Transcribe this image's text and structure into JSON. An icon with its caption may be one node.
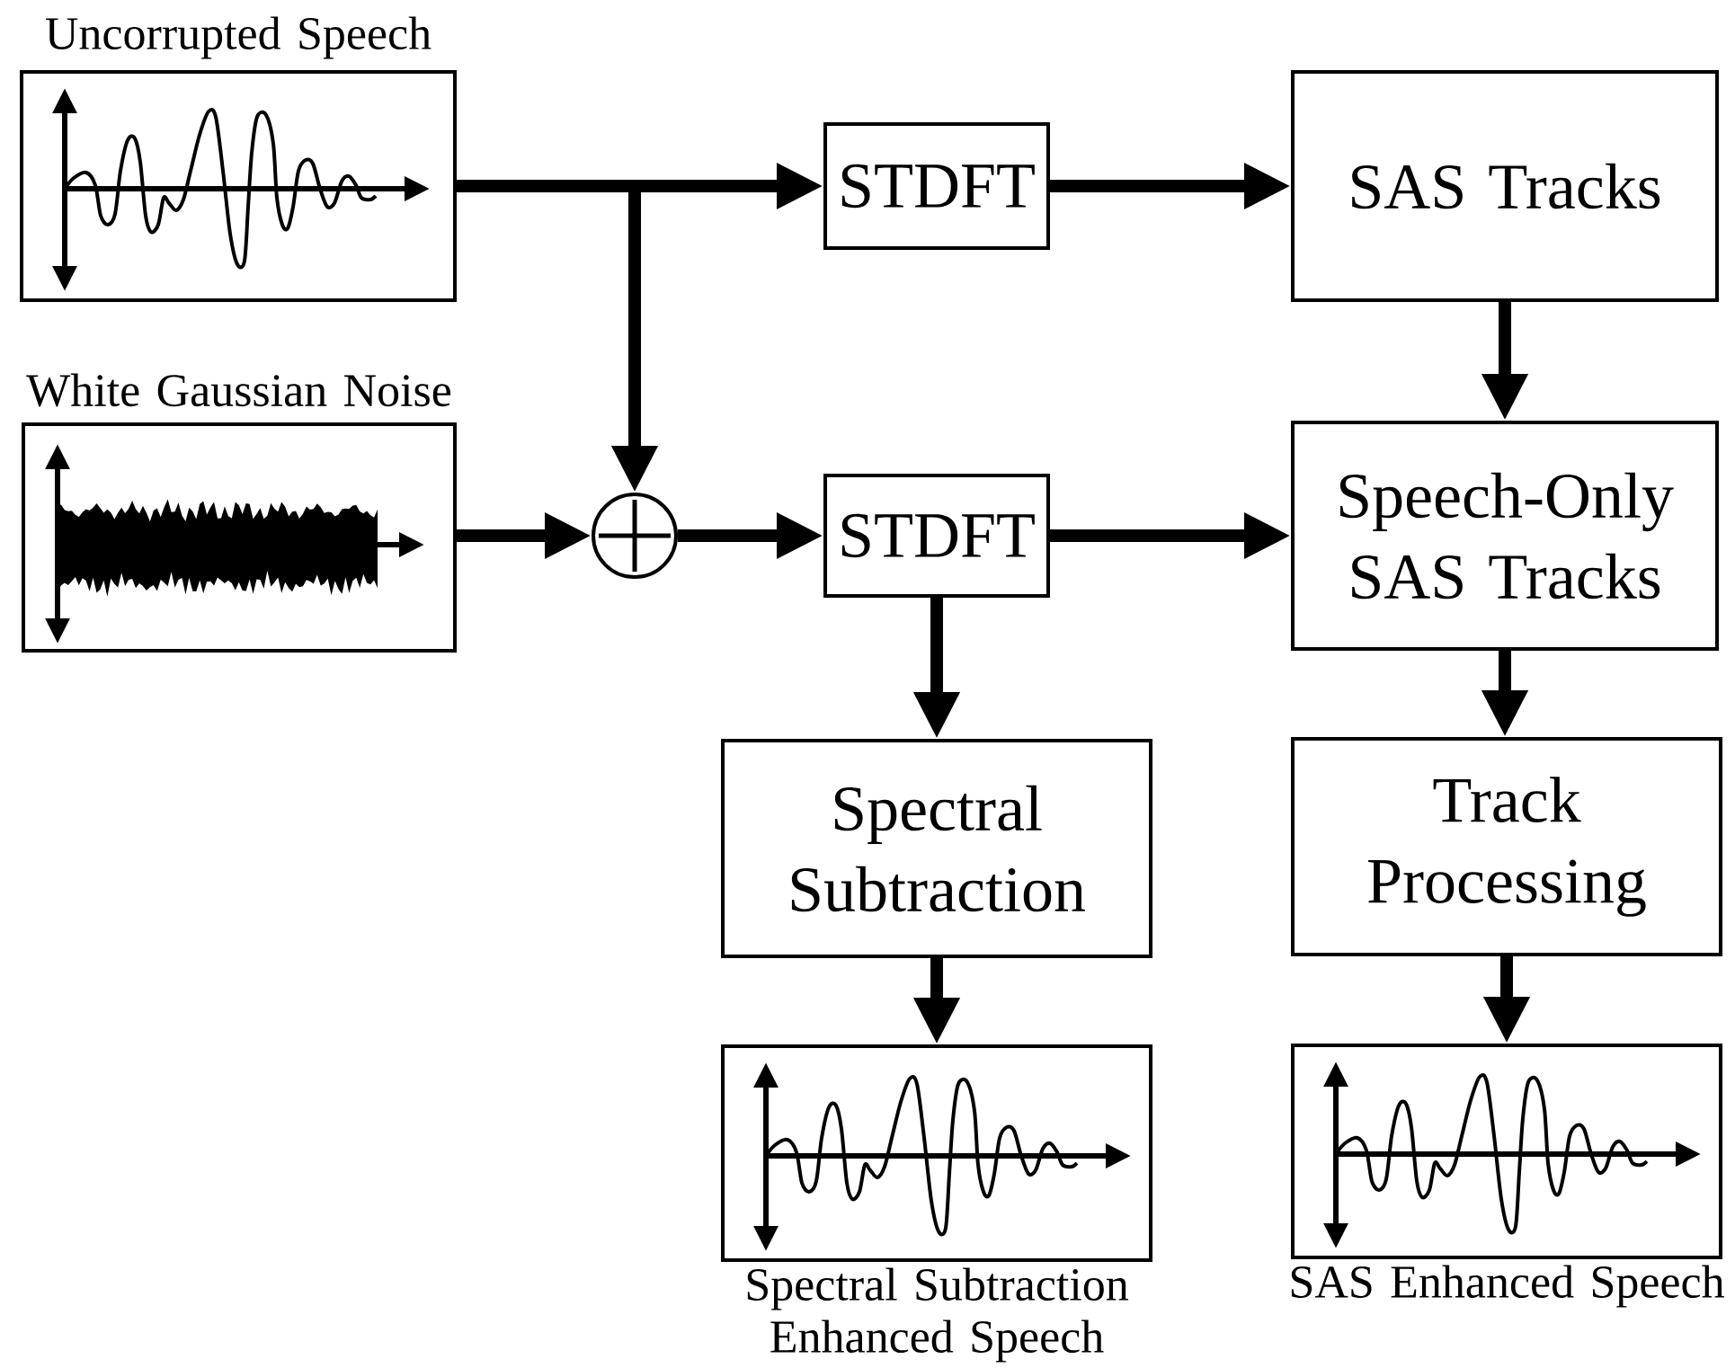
{
  "diagram": {
    "nodes": [
      {
        "text": [
          "Uncorrupted Speech"
        ]
      },
      {
        "text": [
          "STDFT"
        ]
      },
      {
        "text": [
          "SAS Tracks"
        ]
      },
      {
        "text": [
          "White Gaussian Noise"
        ]
      },
      {
        "text": [],
        "shape": "circle"
      },
      {
        "text": [
          "STDFT"
        ]
      },
      {
        "text": [
          "Speech-Only SAS Tracks"
        ]
      },
      {
        "text": [
          "Spectral Subtraction"
        ]
      },
      {
        "text": [
          "Track Processing"
        ]
      },
      {
        "text": [
          "Spectral Subtraction Enhanced Speech"
        ]
      },
      {
        "text": [
          "SAS Enhanced Speech"
        ]
      }
    ],
    "edges": [
      {
        "from": 0,
        "to": 1,
        "arrow": "to"
      },
      {
        "from": 0,
        "to": 4,
        "arrow": "to"
      },
      {
        "from": 1,
        "to": 2,
        "arrow": "to"
      },
      {
        "from": 2,
        "to": 6,
        "arrow": "to"
      },
      {
        "from": 3,
        "to": 4,
        "arrow": "to"
      },
      {
        "from": 4,
        "to": 5,
        "arrow": "to"
      },
      {
        "from": 5,
        "to": 6,
        "arrow": "to"
      },
      {
        "from": 5,
        "to": 7,
        "arrow": "to"
      },
      {
        "from": 6,
        "to": 8,
        "arrow": "to"
      },
      {
        "from": 7,
        "to": 9,
        "arrow": "to"
      },
      {
        "from": 8,
        "to": 10,
        "arrow": "to"
      }
    ]
  }
}
